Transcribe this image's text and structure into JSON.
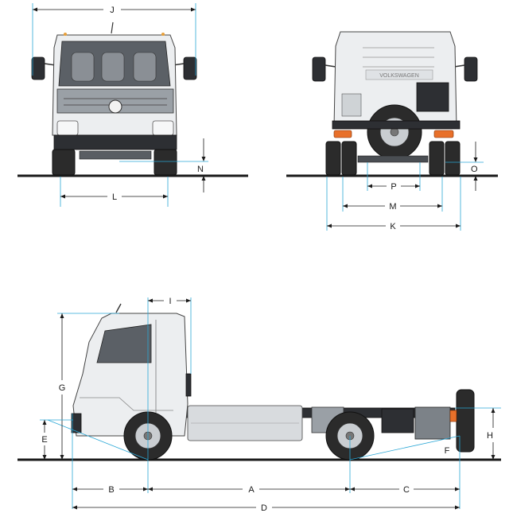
{
  "views": {
    "front": {
      "labels": {
        "width": "J",
        "track": "L",
        "ground_clearance": "N"
      }
    },
    "rear": {
      "labels": {
        "frame_width": "P",
        "rear_track": "M",
        "overall_width": "K",
        "rear_clearance": "O"
      },
      "badge": "VOLKSWAGEN"
    },
    "side": {
      "labels": {
        "wheelbase": "A",
        "front_overhang": "B",
        "rear_overhang": "C",
        "overall_length": "D",
        "front_height": "E",
        "rear_angle": "F",
        "overall_height": "G",
        "frame_height": "H",
        "cab_to_axle": "I"
      }
    }
  },
  "colors": {
    "dimension_line": "#2aa7d6",
    "ground": "#1a1a1a",
    "tail_lamp": "#e8702a"
  }
}
